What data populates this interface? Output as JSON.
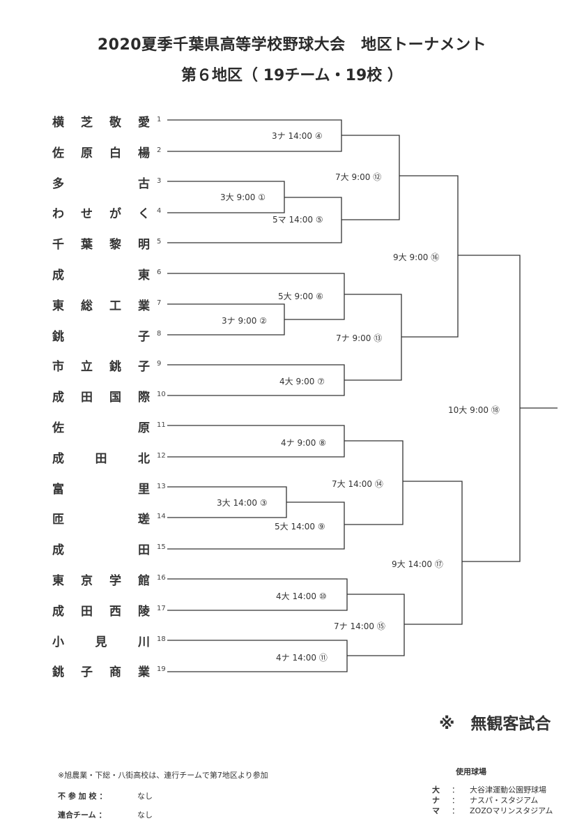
{
  "title": {
    "line1": "2020夏季千葉県高等学校野球大会　地区トーナメント",
    "line2": "第６地区（ 19チーム・19校 ）"
  },
  "teams": [
    {
      "num": "1",
      "chars": [
        "横",
        "芝",
        "敬",
        "愛"
      ]
    },
    {
      "num": "2",
      "chars": [
        "佐",
        "原",
        "白",
        "楊"
      ]
    },
    {
      "num": "3",
      "chars": [
        "多",
        "古"
      ]
    },
    {
      "num": "4",
      "chars": [
        "わ",
        "せ",
        "が",
        "く"
      ]
    },
    {
      "num": "5",
      "chars": [
        "千",
        "葉",
        "黎",
        "明"
      ]
    },
    {
      "num": "6",
      "chars": [
        "成",
        "東"
      ]
    },
    {
      "num": "7",
      "chars": [
        "東",
        "総",
        "工",
        "業"
      ]
    },
    {
      "num": "8",
      "chars": [
        "銚",
        "子"
      ]
    },
    {
      "num": "9",
      "chars": [
        "市",
        "立",
        "銚",
        "子"
      ]
    },
    {
      "num": "10",
      "chars": [
        "成",
        "田",
        "国",
        "際"
      ]
    },
    {
      "num": "11",
      "chars": [
        "佐",
        "原"
      ]
    },
    {
      "num": "12",
      "chars": [
        "成",
        "田",
        "北"
      ]
    },
    {
      "num": "13",
      "chars": [
        "富",
        "里"
      ]
    },
    {
      "num": "14",
      "chars": [
        "匝",
        "瑳"
      ]
    },
    {
      "num": "15",
      "chars": [
        "成",
        "田"
      ]
    },
    {
      "num": "16",
      "chars": [
        "東",
        "京",
        "学",
        "館"
      ]
    },
    {
      "num": "17",
      "chars": [
        "成",
        "田",
        "西",
        "陵"
      ]
    },
    {
      "num": "18",
      "chars": [
        "小",
        "見",
        "川"
      ]
    },
    {
      "num": "19",
      "chars": [
        "銚",
        "子",
        "商",
        "業"
      ]
    }
  ],
  "matches": [
    {
      "id": "m4",
      "label": "3ナ 14:00 ④"
    },
    {
      "id": "m1",
      "label": "3大 9:00 ①"
    },
    {
      "id": "m5",
      "label": "5マ 14:00 ⑤"
    },
    {
      "id": "m12",
      "label": "7大 9:00 ⑫"
    },
    {
      "id": "m6",
      "label": "5大 9:00 ⑥"
    },
    {
      "id": "m2",
      "label": "3ナ 9:00 ②"
    },
    {
      "id": "m7",
      "label": "4大 9:00 ⑦"
    },
    {
      "id": "m13",
      "label": "7ナ 9:00 ⑬"
    },
    {
      "id": "m16",
      "label": "9大 9:00 ⑯"
    },
    {
      "id": "m8",
      "label": "4ナ 9:00 ⑧"
    },
    {
      "id": "m3",
      "label": "3大 14:00 ③"
    },
    {
      "id": "m9",
      "label": "5大 14:00 ⑨"
    },
    {
      "id": "m14",
      "label": "7大 14:00 ⑭"
    },
    {
      "id": "m10",
      "label": "4大 14:00 ⑩"
    },
    {
      "id": "m11",
      "label": "4ナ 14:00 ⑪"
    },
    {
      "id": "m15",
      "label": "7ナ 14:00 ⑮"
    },
    {
      "id": "m17",
      "label": "9大 14:00 ⑰"
    },
    {
      "id": "m18",
      "label": "10大 9:00 ⑱"
    }
  ],
  "notice": "※　無観客試合",
  "footer": {
    "note": "※旭農業・下総・八街高校は、連行チームで第7地区より参加",
    "nonparticipating_label": "不 参 加 校 ：",
    "nonparticipating_value": "なし",
    "combined_label": "連合チーム ：",
    "combined_value": "なし"
  },
  "venues": {
    "heading": "使用球場",
    "items": [
      {
        "key": "大",
        "colon": "：",
        "name": "大谷津運動公園野球場"
      },
      {
        "key": "ナ",
        "colon": "：",
        "name": "ナスパ・スタジアム"
      },
      {
        "key": "マ",
        "colon": "：",
        "name": "ZOZOマリンスタジアム"
      }
    ]
  }
}
